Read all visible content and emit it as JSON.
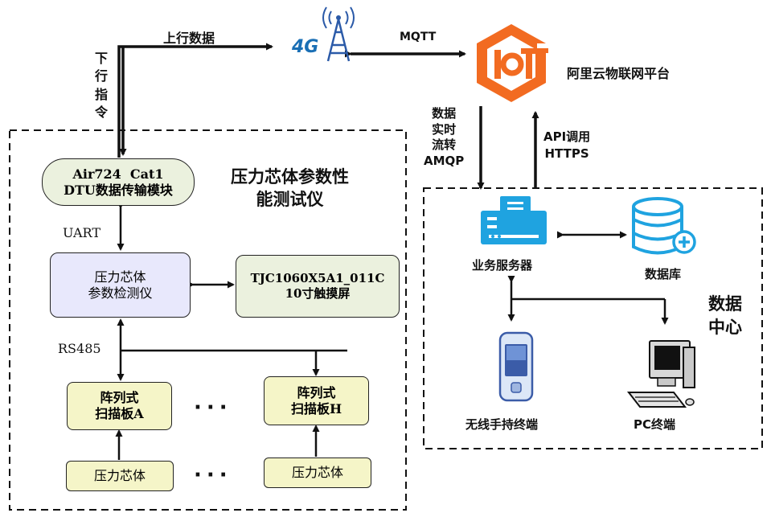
{
  "labels": {
    "uplink": "上行数据",
    "downlink": "下\n行\n指\n令",
    "mqtt": "MQTT",
    "four_g": "4G",
    "aliyun": "阿里云物联网平台",
    "amqp": "数据\n实时\n流转\nAMQP",
    "api": "API调用\nHTTPS",
    "tester_title": "压力芯体参数性\n能测试仪",
    "uart": "UART",
    "rs485": "RS485",
    "datacenter_title": "数据\n中心",
    "server": "业务服务器",
    "database": "数据库",
    "handheld": "无线手持终端",
    "pc": "PC终端",
    "dots1": "···",
    "dots2": "···"
  },
  "boxes": {
    "dtu_line1": "Air724  Cat1",
    "dtu_line2": "DTU数据传输模块",
    "detector_line1": "压力芯体",
    "detector_line2": "参数检测仪",
    "touchscreen_line1": "TJC1060X5A1_011C",
    "touchscreen_line2": "10寸触摸屏",
    "scanA_line1": "阵列式",
    "scanA_line2": "扫描板A",
    "scanH_line1": "阵列式",
    "scanH_line2": "扫描板H",
    "coreA": "压力芯体",
    "coreH": "压力芯体"
  },
  "colors": {
    "dtu_fill": "#ebf1de",
    "detector_fill": "#e8e8fc",
    "touchscreen_fill": "#ebf1de",
    "scan_fill": "#f5f5c8",
    "iot_orange": "#f26b21",
    "icon_blue": "#1fa3e0",
    "four_g_blue": "#1a6fb5",
    "tower_blue": "#2b5aa8"
  }
}
